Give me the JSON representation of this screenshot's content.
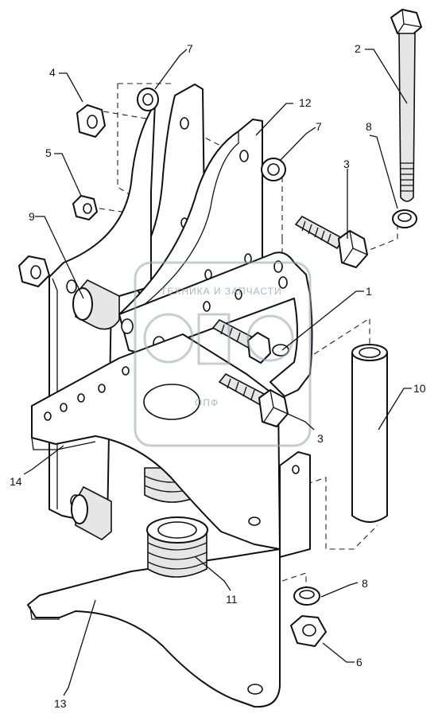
{
  "callouts": [
    {
      "id": "c1",
      "label": "1"
    },
    {
      "id": "c2",
      "label": "2"
    },
    {
      "id": "c3a",
      "label": "3"
    },
    {
      "id": "c3b",
      "label": "3"
    },
    {
      "id": "c4",
      "label": "4"
    },
    {
      "id": "c5",
      "label": "5"
    },
    {
      "id": "c6",
      "label": "6"
    },
    {
      "id": "c7a",
      "label": "7"
    },
    {
      "id": "c7b",
      "label": "7"
    },
    {
      "id": "c8a",
      "label": "8"
    },
    {
      "id": "c8b",
      "label": "8"
    },
    {
      "id": "c9",
      "label": "9"
    },
    {
      "id": "c10",
      "label": "10"
    },
    {
      "id": "c11",
      "label": "11"
    },
    {
      "id": "c12",
      "label": "12"
    },
    {
      "id": "c13",
      "label": "13"
    },
    {
      "id": "c14",
      "label": "14"
    }
  ],
  "watermark": {
    "text": "ТЕХНИКА И ЗАПЧАСТИ",
    "letters": "ОПФ"
  },
  "colors": {
    "line": "#111111",
    "watermark": "#9aa3ab",
    "background": "#ffffff"
  }
}
